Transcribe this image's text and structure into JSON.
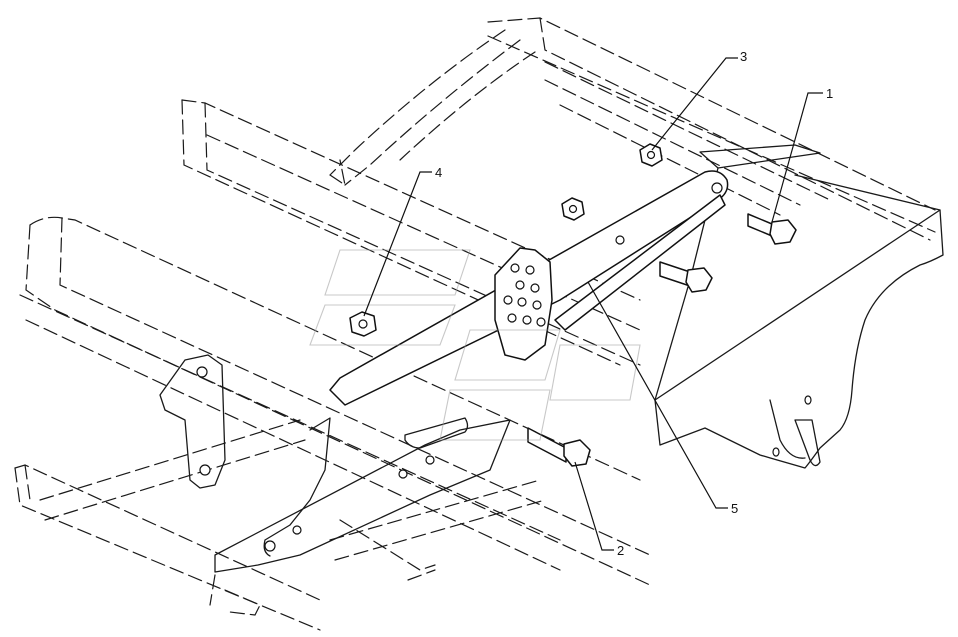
{
  "diagram": {
    "callouts": [
      {
        "id": "1",
        "label": "1",
        "part": "bolt-upper-right"
      },
      {
        "id": "2",
        "label": "2",
        "part": "bolt-lower"
      },
      {
        "id": "3",
        "label": "3",
        "part": "nut-upper"
      },
      {
        "id": "4",
        "label": "4",
        "part": "nut-left"
      },
      {
        "id": "5",
        "label": "5",
        "part": "tie-link"
      }
    ]
  }
}
